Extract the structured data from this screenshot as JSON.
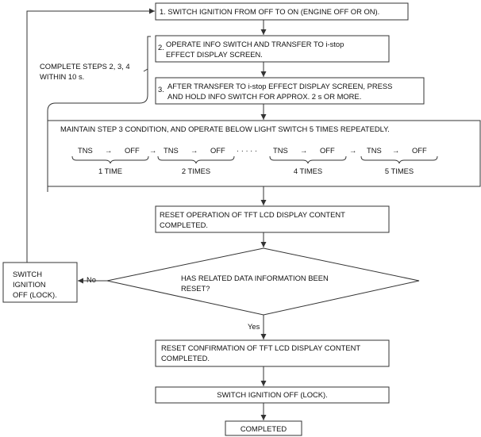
{
  "step1": {
    "text": "1. SWITCH IGNITION FROM OFF TO ON (ENGINE OFF OR ON)."
  },
  "step2": {
    "num": "2.",
    "line1": "OPERATE INFO SWITCH AND TRANSFER TO i-stop",
    "line2": "EFFECT DISPLAY SCREEN."
  },
  "step3": {
    "num": "3.",
    "line1": "AFTER TRANSFER TO i-stop EFFECT DISPLAY SCREEN, PRESS",
    "line2": "AND HOLD INFO SWITCH FOR APPROX. 2 s OR MORE."
  },
  "note": {
    "line1": "COMPLETE STEPS 2, 3, 4",
    "line2": "WITHIN 10 s."
  },
  "step4": {
    "header": "MAINTAIN STEP 3 CONDITION, AND OPERATE BELOW LIGHT SWITCH 5 TIMES REPEATEDLY.",
    "from": "TNS",
    "to": "OFF",
    "arrow": "→",
    "dots": "· · · · ·",
    "counts": [
      "1 TIME",
      "2 TIMES",
      "4 TIMES",
      "5 TIMES"
    ]
  },
  "reset_op": {
    "line1": "RESET OPERATION OF TFT LCD DISPLAY CONTENT",
    "line2": "COMPLETED."
  },
  "decision": {
    "line1": "HAS RELATED DATA INFORMATION BEEN",
    "line2": "RESET?"
  },
  "no_box": {
    "line1": "SWITCH",
    "line2": "IGNITION",
    "line3": "OFF (LOCK)."
  },
  "labels": {
    "no": "No",
    "yes": "Yes"
  },
  "reset_confirm": {
    "line1": "RESET CONFIRMATION OF TFT LCD DISPLAY CONTENT",
    "line2": "COMPLETED."
  },
  "switch_off": {
    "text": "SWITCH IGNITION OFF (LOCK)."
  },
  "completed": {
    "text": "COMPLETED"
  }
}
